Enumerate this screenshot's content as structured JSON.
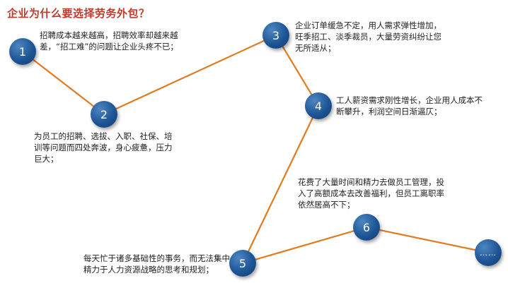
{
  "title": "企业为什么要选择劳务外包？",
  "line_color": "#e07b1f",
  "node_color": "#1d5595",
  "title_color": "#c0392b",
  "steps": [
    {
      "label": "1",
      "text": "招聘成本越来越高，招聘效率却越来越差，“招工难”的问题让企业头疼不已；"
    },
    {
      "label": "2",
      "text": "为员工的招聘、选拔、入职、社保、培训等问题而四处奔波，身心疲惫，压力巨大；"
    },
    {
      "label": "3",
      "text": "企业订单缓急不定，用人需求弹性增加，旺季招工、淡季裁员，大量劳资纠纷让您无所适从；"
    },
    {
      "label": "4",
      "text": "工人薪资需求刚性增长，企业用人成本不断攀升，利润空间日渐逼仄；"
    },
    {
      "label": "5",
      "text": "每天忙于诸多基础性的事务，而无法集中精力于人力资源战略的思考和规划；"
    },
    {
      "label": "6",
      "text": "花费了大量时间和精力去做员工管理，投入了高额成本去改善福利，但员工离职率依然居高不下；"
    },
    {
      "label": "……",
      "text": ""
    }
  ]
}
